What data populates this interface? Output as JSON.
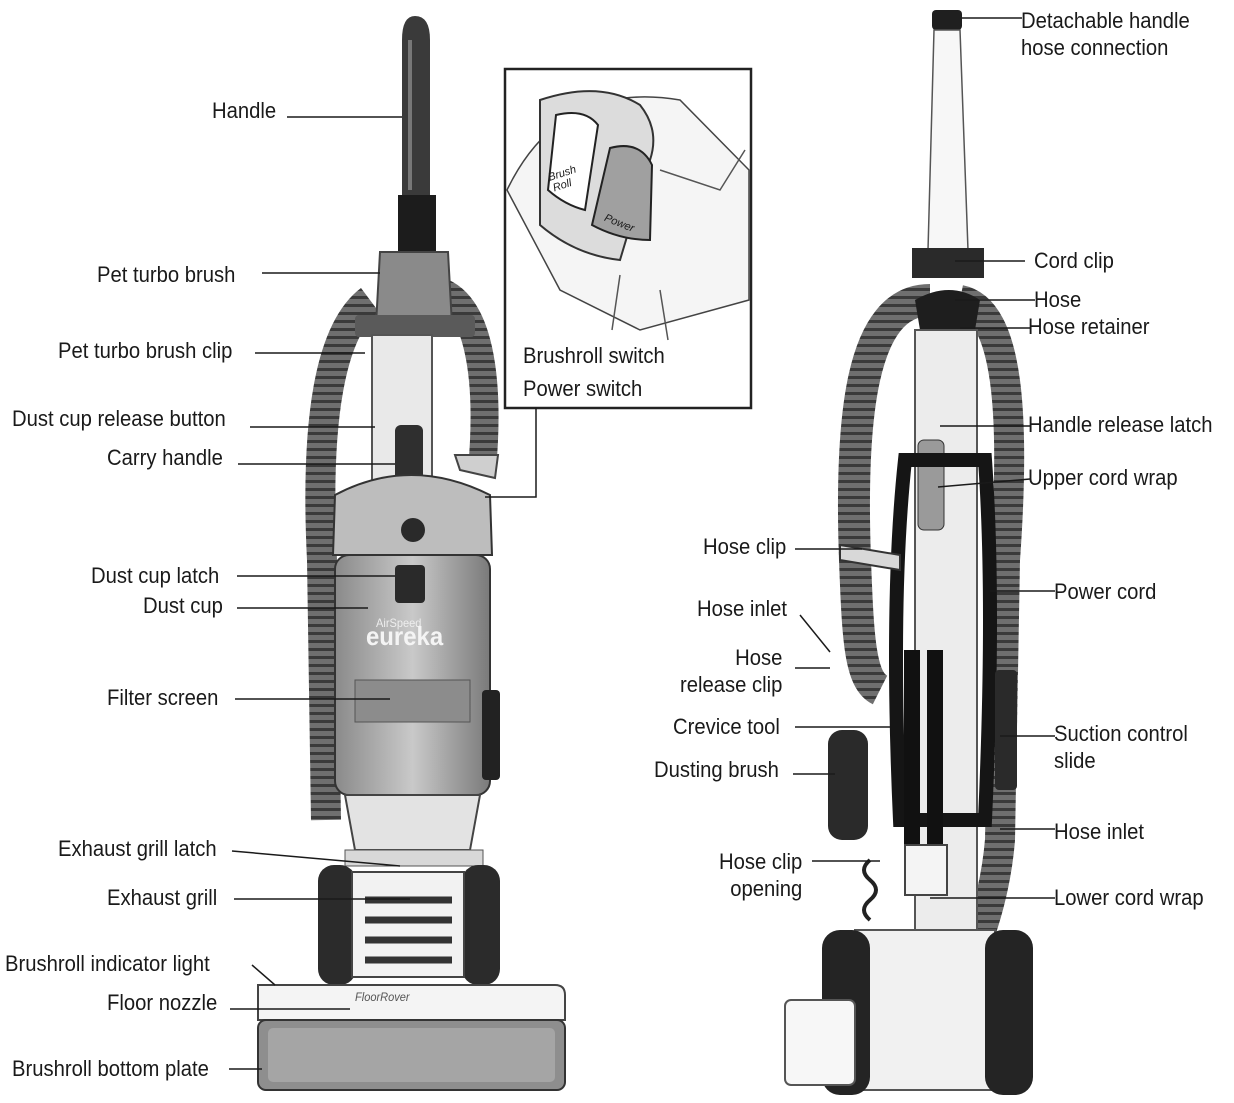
{
  "front_labels": {
    "handle": "Handle",
    "pet_turbo_brush": "Pet turbo brush",
    "pet_turbo_brush_clip": "Pet turbo brush clip",
    "dust_cup_release_button": "Dust cup release button",
    "carry_handle": "Carry handle",
    "dust_cup_latch": "Dust cup latch",
    "dust_cup": "Dust cup",
    "filter_screen": "Filter screen",
    "exhaust_grill_latch": "Exhaust grill latch",
    "exhaust_grill": "Exhaust grill",
    "brushroll_indicator_light": "Brushroll indicator light",
    "floor_nozzle": "Floor nozzle",
    "brushroll_bottom_plate": "Brushroll bottom plate"
  },
  "inset": {
    "brushroll_switch": "Brushroll switch",
    "power_switch": "Power switch",
    "button_brush": "Brush",
    "button_roll": "Roll",
    "button_power": "Power"
  },
  "product": {
    "brand": "eureka",
    "cup_text": "AirSpeed",
    "nozzle_text": "FloorRover"
  },
  "rear_labels": {
    "detachable_handle_hose_connection": "Detachable handle\nhose connection",
    "cord_clip": "Cord clip",
    "hose": "Hose",
    "hose_retainer": "Hose retainer",
    "handle_release_latch": "Handle release latch",
    "upper_cord_wrap": "Upper cord wrap",
    "power_cord": "Power cord",
    "suction_control_slide": "Suction control\nslide",
    "hose_inlet_right": "Hose inlet",
    "lower_cord_wrap": "Lower cord wrap",
    "hose_clip": "Hose clip",
    "hose_inlet_left": "Hose inlet",
    "hose_release_clip": "Hose\nrelease clip",
    "crevice_tool": "Crevice tool",
    "dusting_brush": "Dusting brush",
    "hose_clip_opening": "Hose clip\nopening"
  }
}
